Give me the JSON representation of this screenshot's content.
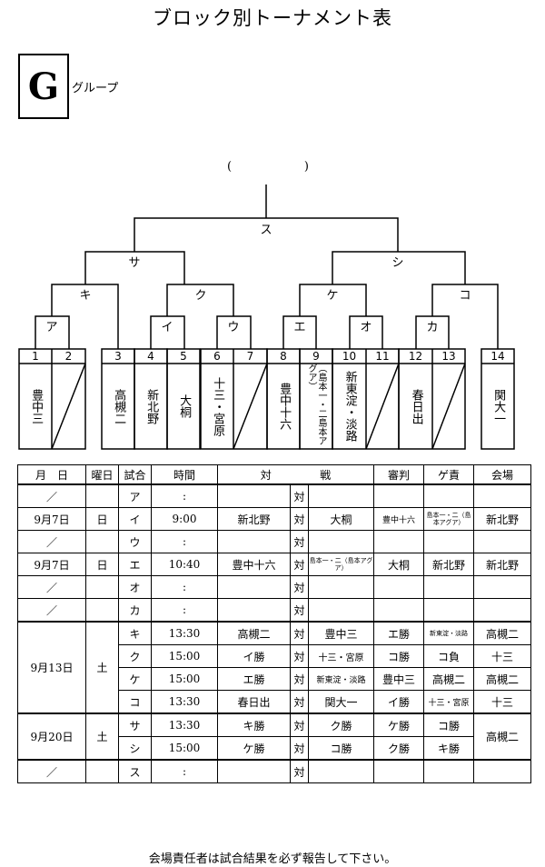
{
  "title": "ブロック別トーナメント表",
  "group": {
    "letter": "G",
    "suffix": "グループ"
  },
  "bracket": {
    "final_paren_open": "(",
    "final_paren_close": ")",
    "final_label": "ス",
    "semifinal_labels": [
      "サ",
      "シ"
    ],
    "quarterfinal_labels": [
      "キ",
      "ク",
      "ケ",
      "コ"
    ],
    "first_round_labels": [
      "ア",
      "イ",
      "ウ",
      "エ",
      "オ",
      "カ"
    ]
  },
  "teams": [
    {
      "num": "1",
      "name": "豊中三"
    },
    {
      "num": "2",
      "name": ""
    },
    {
      "num": "3",
      "name": "高槻二"
    },
    {
      "num": "4",
      "name": "新北野"
    },
    {
      "num": "5",
      "name": "大桐"
    },
    {
      "num": "6",
      "name": "十三・宮原"
    },
    {
      "num": "7",
      "name": ""
    },
    {
      "num": "8",
      "name": "豊中十六"
    },
    {
      "num": "9",
      "name": "（島本一・二島本アグア）"
    },
    {
      "num": "10",
      "name": "新東淀・淡路"
    },
    {
      "num": "11",
      "name": ""
    },
    {
      "num": "12",
      "name": "春日出"
    },
    {
      "num": "13",
      "name": ""
    },
    {
      "num": "14",
      "name": "関大一"
    }
  ],
  "schedule": {
    "headers": {
      "month_day": "月　日",
      "weekday": "曜日",
      "match": "試合",
      "time": "時間",
      "vs_a": "対",
      "vs_b": "戦",
      "referee": "審判",
      "gate": "ゲ責",
      "venue": "会場"
    },
    "rows": [
      {
        "date": "／",
        "weekday": "",
        "match": "ア",
        "time": ":",
        "team_a": "",
        "vs": "対",
        "team_b": "",
        "referee": "",
        "gate": "",
        "venue": ""
      },
      {
        "date": "9月7日",
        "weekday": "日",
        "match": "イ",
        "time": "9:00",
        "team_a": "新北野",
        "vs": "対",
        "team_b": "大桐",
        "referee": "豊中十六",
        "gate": "島本一・二（島本アグア）",
        "venue": "新北野"
      },
      {
        "date": "／",
        "weekday": "",
        "match": "ウ",
        "time": ":",
        "team_a": "",
        "vs": "対",
        "team_b": "",
        "referee": "",
        "gate": "",
        "venue": ""
      },
      {
        "date": "9月7日",
        "weekday": "日",
        "match": "エ",
        "time": "10:40",
        "team_a": "豊中十六",
        "vs": "対",
        "team_b": "島本一・二（島本アグア）",
        "referee": "大桐",
        "gate": "新北野",
        "venue": "新北野"
      },
      {
        "date": "／",
        "weekday": "",
        "match": "オ",
        "time": ":",
        "team_a": "",
        "vs": "対",
        "team_b": "",
        "referee": "",
        "gate": "",
        "venue": ""
      },
      {
        "date": "／",
        "weekday": "",
        "match": "カ",
        "time": ":",
        "team_a": "",
        "vs": "対",
        "team_b": "",
        "referee": "",
        "gate": "",
        "venue": ""
      },
      {
        "date": "9月13日",
        "weekday": "土",
        "match": "キ",
        "time": "13:30",
        "team_a": "高槻二",
        "vs": "対",
        "team_b": "豊中三",
        "referee": "エ勝",
        "gate": "新東淀・淡路",
        "venue": "高槻二"
      },
      {
        "date": "",
        "weekday": "",
        "match": "ク",
        "time": "15:00",
        "team_a": "イ勝",
        "vs": "対",
        "team_b": "十三・宮原",
        "referee": "コ勝",
        "gate": "コ負",
        "venue": "十三"
      },
      {
        "date": "",
        "weekday": "",
        "match": "ケ",
        "time": "15:00",
        "team_a": "エ勝",
        "vs": "対",
        "team_b": "新東淀・淡路",
        "referee": "豊中三",
        "gate": "高槻二",
        "venue": "高槻二"
      },
      {
        "date": "",
        "weekday": "",
        "match": "コ",
        "time": "13:30",
        "team_a": "春日出",
        "vs": "対",
        "team_b": "関大一",
        "referee": "イ勝",
        "gate": "十三・宮原",
        "venue": "十三"
      },
      {
        "date": "9月20日",
        "weekday": "土",
        "match": "サ",
        "time": "13:30",
        "team_a": "キ勝",
        "vs": "対",
        "team_b": "ク勝",
        "referee": "ケ勝",
        "gate": "コ勝",
        "venue": "高槻二"
      },
      {
        "date": "",
        "weekday": "",
        "match": "シ",
        "time": "15:00",
        "team_a": "ケ勝",
        "vs": "対",
        "team_b": "コ勝",
        "referee": "ク勝",
        "gate": "キ勝",
        "venue": ""
      },
      {
        "date": "／",
        "weekday": "",
        "match": "ス",
        "time": ":",
        "team_a": "",
        "vs": "対",
        "team_b": "",
        "referee": "",
        "gate": "",
        "venue": ""
      }
    ]
  },
  "footer": "会場責任者は試合結果を必ず報告して下さい。"
}
